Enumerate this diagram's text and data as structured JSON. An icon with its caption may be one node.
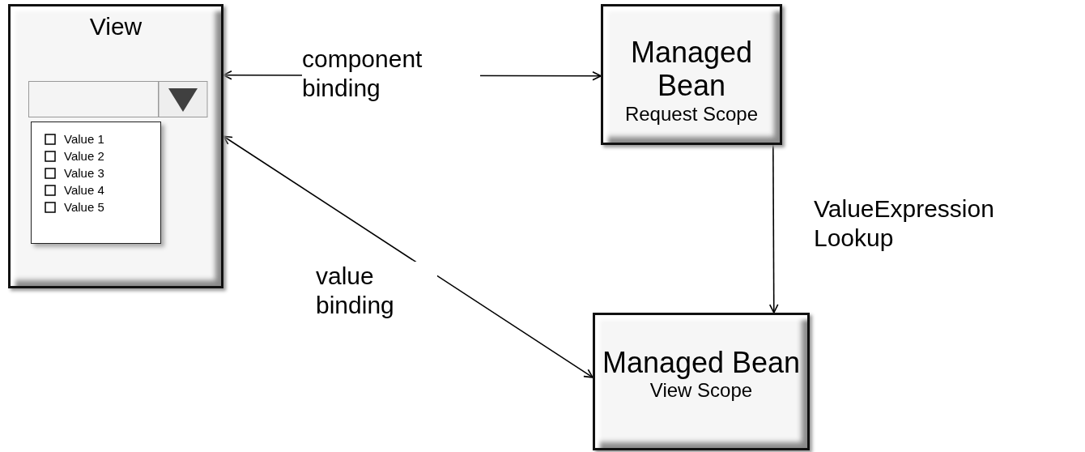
{
  "diagram": {
    "nodes": [
      {
        "text": [
          "View"
        ]
      },
      {
        "text": [
          "Managed Bean",
          "Request Scope"
        ]
      },
      {
        "text": [
          "Managed Bean",
          "View Scope"
        ]
      },
      {
        "text": [
          "Value 1",
          "Value 2",
          "Value 3",
          "Value 4",
          "Value 5"
        ],
        "in": 0
      }
    ],
    "edges": [
      {
        "from": 0,
        "to": 1,
        "arrow": "both",
        "label": "component binding"
      },
      {
        "from": 0,
        "to": 2,
        "arrow": "both",
        "label": "value binding"
      },
      {
        "from": 1,
        "to": 2,
        "arrow": "to",
        "label": "ValueExpression Lookup"
      }
    ]
  }
}
